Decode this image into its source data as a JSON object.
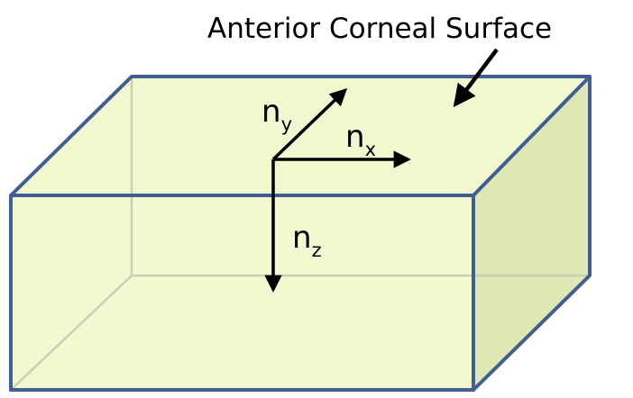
{
  "diagram": {
    "annotation": {
      "text": "Anterior Corneal Surface"
    },
    "axes": {
      "x": {
        "base": "n",
        "subscript": "x"
      },
      "y": {
        "base": "n",
        "subscript": "y"
      },
      "z": {
        "base": "n",
        "subscript": "z"
      }
    },
    "colors": {
      "box_fill": "#f0f5c8",
      "box_top": "#f3f7cf",
      "box_front": "#f4f8d0",
      "box_side": "#dfe7b4",
      "box_edge": "#3f5f93",
      "hidden_edge": "#c8cfb3",
      "arrow": "#000000"
    }
  }
}
